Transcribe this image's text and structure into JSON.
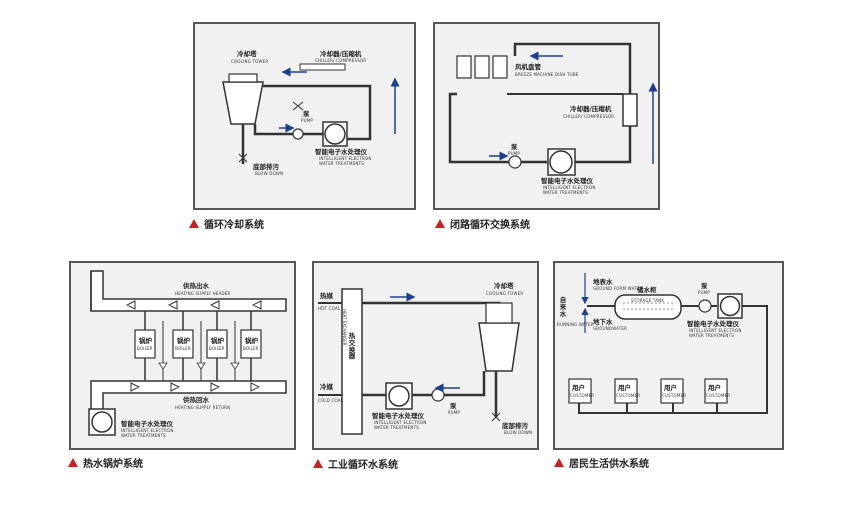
{
  "panels": {
    "p1": {
      "caption": "循环冷却系统",
      "tower": "冷却塔",
      "tower_en": "COOLING TOWER",
      "chiller": "冷却器/压缩机",
      "chiller_en": "CHILLER/ COMPRESSOR",
      "pump": "泵",
      "pump_en": "PUMP",
      "device": "智能电子水处理仪",
      "device_en1": "INTELLIGENT ELECTRON",
      "device_en2": "WATER TREATMENTS",
      "blow": "底部排污",
      "blow_en": "BLOW DOWN"
    },
    "p2": {
      "caption": "闭路循环交换系统",
      "fan": "风机盘管",
      "fan_en": "BREEZE MACHINE DISH TUBE",
      "chiller": "冷却器/压缩机",
      "chiller_en": "CHILLER/ COMPRESSOR",
      "pump": "泵",
      "pump_en": "PUMP",
      "device": "智能电子水处理仪",
      "device_en1": "INTELLIGENT ELECTRON",
      "device_en2": "WATER TREATMENTS"
    },
    "p3": {
      "caption": "热水锅炉系统",
      "supply": "供热出水",
      "supply_en": "HEATING SUPPLY HEADER",
      "return": "供热回水",
      "return_en": "HEATING SUPPLY RETURN",
      "boiler": "锅炉",
      "boiler_en": "BOILER",
      "device": "智能电子水处理仪",
      "device_en1": "INTELLIGENT ELECTRON",
      "device_en2": "WATER TREATMENTS"
    },
    "p4": {
      "caption": "工业循环水系统",
      "hot": "热媒",
      "hot_en": "HOT COAL",
      "cold": "冷媒",
      "cold_en": "COLD COAL",
      "exchanger": "热交换器",
      "exchanger_en": "HEAT EXCHANGER",
      "tower": "冷却塔",
      "tower_en": "COOLING TOWER",
      "pump": "泵",
      "pump_en": "PUMP",
      "device": "智能电子水处理仪",
      "device_en1": "INTELLIGENT ELECTRON",
      "device_en2": "WATER TREATMENTS",
      "blow": "底部排污",
      "blow_en": "BLOW DOWN"
    },
    "p5": {
      "caption": "居民生活供水系统",
      "ground_cn": "地表水",
      "ground_en": "GROUND FORM WATER",
      "tap_cn": "自来水",
      "tap_en": "RUNNING WATER",
      "under_cn": "地下水",
      "under_en": "GROUNDWATER",
      "tank": "储水柜",
      "tank_en": "STORAGE TANK",
      "pump": "泵",
      "pump_en": "PUMP",
      "device": "智能电子水处理仪",
      "device_en1": "INTELLIGENT ELECTRON",
      "device_en2": "WATER TREATMENTS",
      "user": "用户",
      "user_en": "CUSTOMER"
    }
  },
  "colors": {
    "caption_marker": "#cc1f1f",
    "line": "#333333",
    "arrow": "#1c3f8f",
    "panel_bg": "#f1f1f1"
  }
}
